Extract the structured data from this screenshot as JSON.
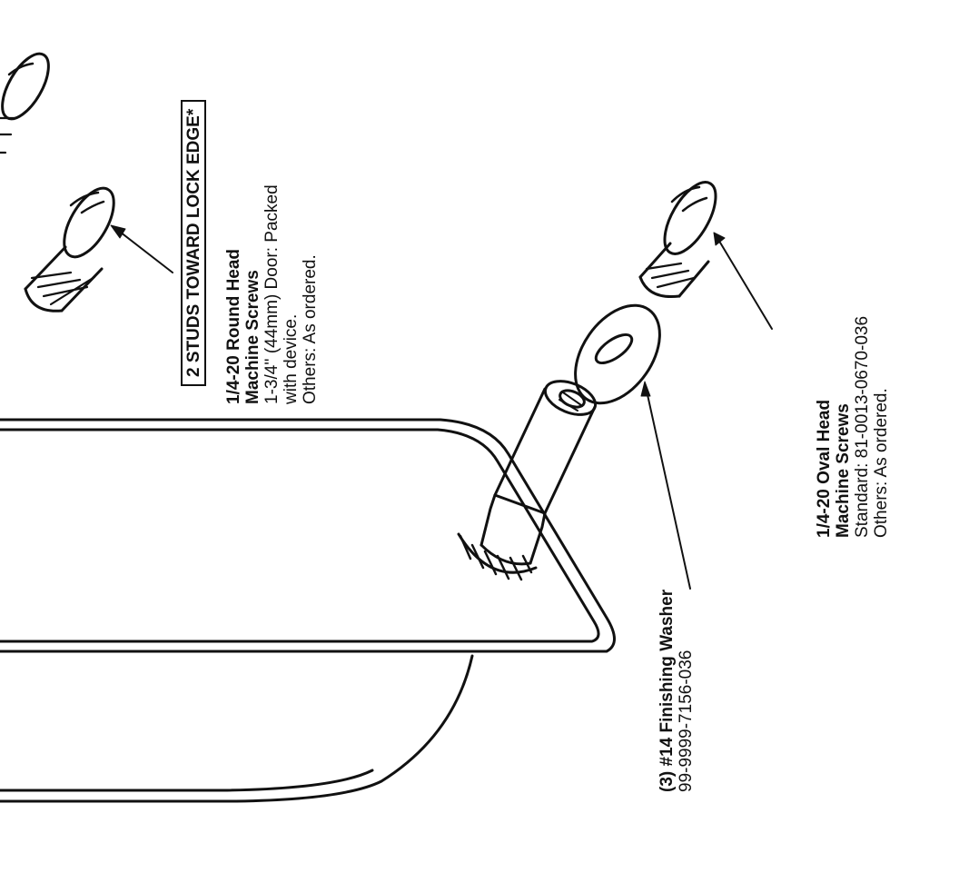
{
  "callouts": {
    "studs_note": "2 STUDS TOWARD LOCK EDGE*",
    "round_head": {
      "title_1": "1/4-20 Round Head",
      "title_2": "Machine Screws",
      "line_1": "1-3/4'' (44mm) Door: Packed",
      "line_2": "with device.",
      "line_3": "Others: As ordered."
    },
    "oval_head": {
      "title_1": "1/4-20 Oval Head",
      "title_2": "Machine Screws",
      "line_1": "Standard: 81-0013-0670-036",
      "line_2": "Others: As ordered."
    },
    "washer": {
      "title": "(3) #14 Finishing Washer",
      "part_number": "99-9999-7156-036"
    }
  }
}
